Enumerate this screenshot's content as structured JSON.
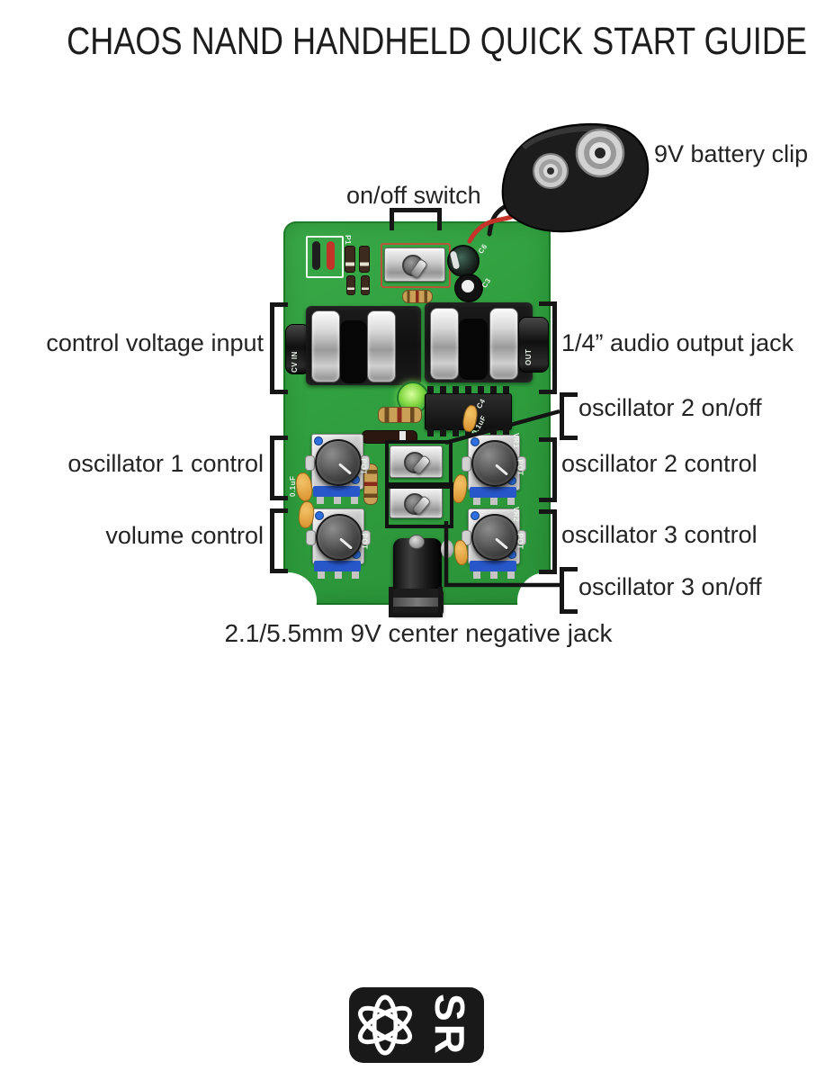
{
  "title": "CHAOS NAND HANDHELD QUICK START GUIDE",
  "callouts": {
    "battery_clip": "9V battery clip",
    "on_off_switch": "on/off switch",
    "cv_input": "control voltage input",
    "audio_output": "1/4” audio output jack",
    "osc2_onoff": "oscillator 2 on/off",
    "osc1_control": "oscillator 1 control",
    "osc2_control": "oscillator 2 control",
    "volume_control": "volume control",
    "osc3_control": "oscillator 3 control",
    "osc3_onoff": "oscillator 3 on/off",
    "power_jack": "2.1/5.5mm 9V center negative jack"
  },
  "pcb": {
    "silkscreen": {
      "cv_in": "CV IN",
      "out": "OUT",
      "pot": "POT",
      "vr1": "VR1",
      "vr2": "VR2",
      "p1": "P1",
      "c3": "C3",
      "c6": "C6",
      "c4": "C4",
      "cap_value": "0.1uF"
    }
  },
  "logo": {
    "initials": "SR"
  },
  "colors": {
    "pcb_green": "#2f9e3e",
    "annotation_black": "#161616",
    "wire_red": "#c4342a",
    "pot_base_blue": "#2857c9",
    "cap_yellow": "#e0a03c",
    "clip_black": "#1c1c1c"
  }
}
